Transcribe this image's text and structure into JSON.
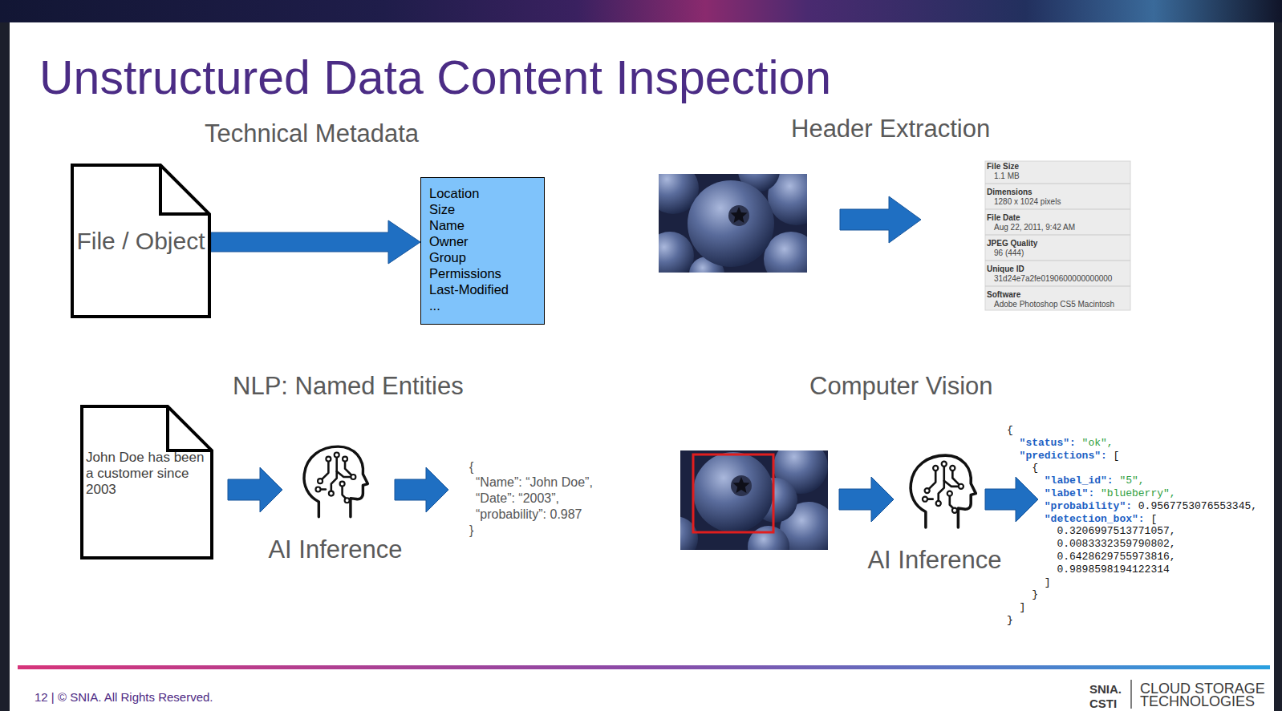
{
  "diagram": {
    "title": "Unstructured Data Content Inspection",
    "nodes": [
      {
        "text": [
          "File / Object"
        ]
      },
      {
        "text": [
          "Location",
          "Size",
          "Name",
          "Owner",
          "Group",
          "Permissions",
          "Last-Modified",
          "..."
        ]
      },
      {
        "text": [
          "John Doe has been a customer since 2003"
        ]
      }
    ],
    "edges": [
      {
        "from": 0,
        "to": 1,
        "arrow": "to"
      }
    ],
    "labels": [
      "Technical Metadata",
      "Header Extraction",
      "NLP: Named Entities",
      "Computer Vision",
      "File Size",
      "1.1 MB",
      "Dimensions",
      "1280 x 1024 pixels",
      "File Date",
      "Aug 22, 2011, 9:42 AM",
      "JPEG Quality",
      "96 (444)",
      "Unique ID",
      "31d24e7a2fe0190600000000000",
      "Software",
      "Adobe Photoshop CS5 Macintosh",
      "AI Inference",
      "{",
      "“Name”: “John Doe”,",
      "“Date”: “2003”,",
      "“probability”: 0.987",
      "}",
      "AI Inference",
      "{",
      "\"status\":",
      "\"ok\",",
      "\"predictions\":",
      "[",
      "{",
      "\"label_id\":",
      "\"5\",",
      "\"label\":",
      "\"blueberry\",",
      "\"probability\":",
      "0.9567753076553345,",
      "\"detection_box\":",
      "[",
      "0.3206997513771057,",
      "0.0083332359790802,",
      "0.6428629755973816,",
      "0.9898598194122314",
      "]",
      "}",
      "]",
      "}",
      "12 | © SNIA. All Rights Reserved.",
      "SNIA.",
      "CSTI",
      "CLOUD STORAGE",
      "TECHNOLOGIES"
    ]
  }
}
